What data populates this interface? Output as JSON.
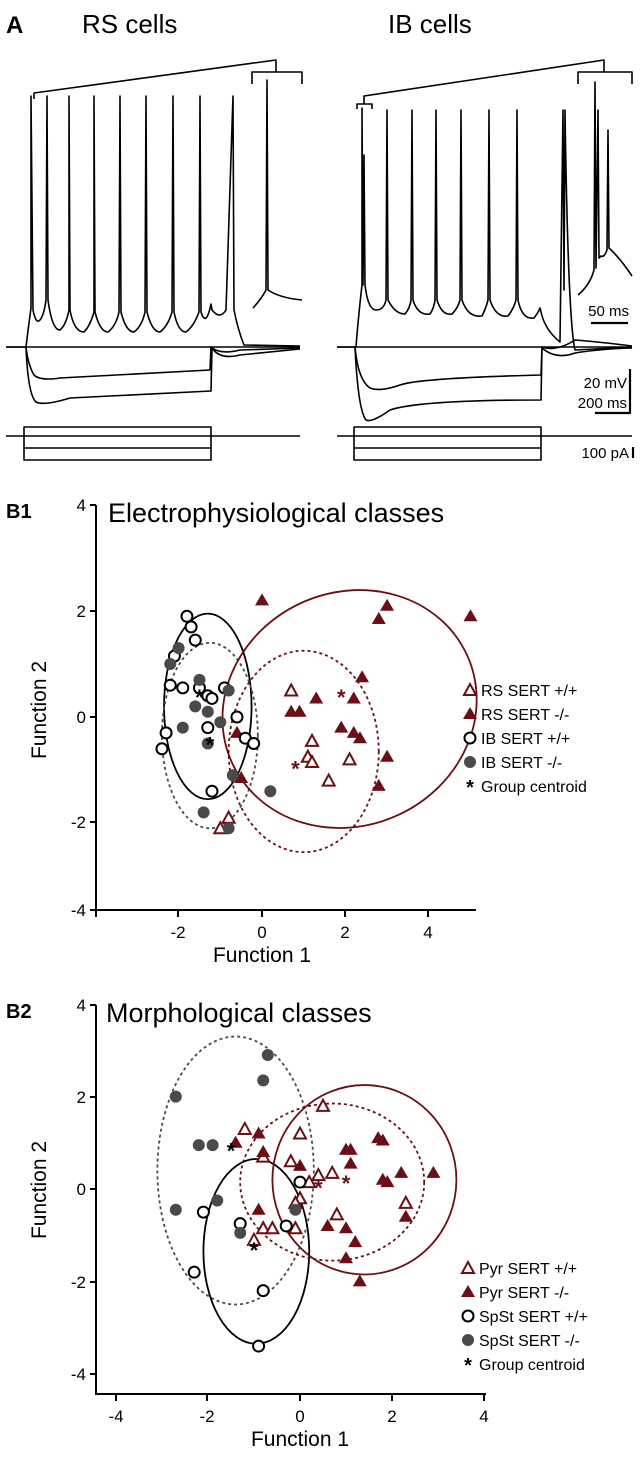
{
  "panelA": {
    "label": "A",
    "rs_title": "RS cells",
    "ib_title": "IB cells",
    "scalebars": {
      "inset_time": "50 ms",
      "voltage": "20 mV",
      "time": "200 ms",
      "current": "100 pA"
    }
  },
  "panelB1": {
    "label": "B1",
    "title": "Electrophysiological classes",
    "xlabel": "Function 1",
    "ylabel": "Function 2",
    "legend": [
      "RS SERT +/+",
      "RS SERT -/-",
      "IB SERT +/+",
      "IB SERT -/-",
      "Group centroid"
    ]
  },
  "panelB2": {
    "label": "B2",
    "title": "Morphological classes",
    "xlabel": "Function 1",
    "ylabel": "Function 2",
    "legend": [
      "Pyr SERT +/+",
      "Pyr SERT -/-",
      "SpSt SERT +/+",
      "SpSt SERT -/-",
      "Group centroid"
    ]
  },
  "colors": {
    "maroon": "#6b0f14",
    "gray": "#4a4a4a",
    "black": "#000000"
  },
  "chart_data": [
    {
      "type": "scatter",
      "title": "Electrophysiological classes",
      "xlabel": "Function 1",
      "ylabel": "Function 2",
      "xlim": [
        -4,
        5
      ],
      "ylim": [
        -4,
        4
      ],
      "xticks": [
        -2,
        0,
        2,
        4
      ],
      "yticks": [
        -4,
        -2,
        0,
        2,
        4
      ],
      "legend_position": "right",
      "series": [
        {
          "name": "RS SERT +/+",
          "marker": "open-triangle",
          "color": "#6b0f14",
          "points": [
            [
              0.7,
              0.5
            ],
            [
              1.2,
              -0.45
            ],
            [
              1.1,
              -0.75
            ],
            [
              1.2,
              -0.85
            ],
            [
              2.1,
              -0.8
            ],
            [
              1.6,
              -1.2
            ],
            [
              -0.8,
              -1.9
            ],
            [
              -1.0,
              -2.1
            ]
          ]
        },
        {
          "name": "RS SERT -/-",
          "marker": "filled-triangle",
          "color": "#6b0f14",
          "points": [
            [
              0.0,
              2.2
            ],
            [
              2.8,
              1.85
            ],
            [
              3.0,
              2.1
            ],
            [
              5.0,
              1.9
            ],
            [
              2.4,
              0.75
            ],
            [
              1.3,
              0.35
            ],
            [
              2.2,
              0.35
            ],
            [
              0.7,
              0.1
            ],
            [
              0.9,
              0.1
            ],
            [
              1.9,
              -0.2
            ],
            [
              2.2,
              -0.3
            ],
            [
              2.35,
              -0.4
            ],
            [
              3.0,
              -0.75
            ],
            [
              2.8,
              -1.3
            ],
            [
              -0.6,
              -0.3
            ],
            [
              -0.5,
              -1.15
            ]
          ]
        },
        {
          "name": "IB SERT +/+",
          "marker": "open-circle",
          "color": "#000000",
          "points": [
            [
              -1.8,
              1.9
            ],
            [
              -1.7,
              1.7
            ],
            [
              -1.6,
              1.45
            ],
            [
              -2.1,
              1.15
            ],
            [
              -2.2,
              0.6
            ],
            [
              -1.9,
              0.55
            ],
            [
              -1.5,
              0.55
            ],
            [
              -1.3,
              0.4
            ],
            [
              -1.2,
              0.35
            ],
            [
              -0.9,
              0.55
            ],
            [
              -0.6,
              0.0
            ],
            [
              -2.3,
              -0.3
            ],
            [
              -1.3,
              -0.2
            ],
            [
              -0.4,
              -0.4
            ],
            [
              -0.2,
              -0.5
            ],
            [
              -2.4,
              -0.6
            ],
            [
              -1.2,
              -1.4
            ]
          ]
        },
        {
          "name": "IB SERT -/-",
          "marker": "filled-circle",
          "color": "#4a4a4a",
          "points": [
            [
              -2.0,
              1.3
            ],
            [
              -2.2,
              1.0
            ],
            [
              -1.5,
              0.7
            ],
            [
              -0.8,
              0.5
            ],
            [
              -1.6,
              0.2
            ],
            [
              -1.3,
              0.1
            ],
            [
              -1.0,
              -0.1
            ],
            [
              -1.9,
              -0.2
            ],
            [
              -1.3,
              -0.5
            ],
            [
              -0.7,
              -1.1
            ],
            [
              0.2,
              -1.4
            ],
            [
              -1.4,
              -1.8
            ],
            [
              -0.8,
              -2.1
            ]
          ]
        },
        {
          "name": "Group centroid",
          "marker": "asterisk",
          "color": "mixed",
          "points": [
            [
              -1.5,
              0.4
            ],
            [
              -1.25,
              -0.5
            ],
            [
              0.8,
              -0.95
            ],
            [
              1.9,
              0.4
            ]
          ]
        }
      ],
      "ellipses": [
        {
          "group": "IB SERT +/+",
          "style": "solid",
          "color": "#000000",
          "center": [
            -1.3,
            0.2
          ],
          "rx": 1.05,
          "ry": 1.75
        },
        {
          "group": "IB SERT -/-",
          "style": "dashed",
          "color": "#4a4a4a",
          "center": [
            -1.25,
            -0.35
          ],
          "rx": 1.15,
          "ry": 1.75
        },
        {
          "group": "RS SERT -/-",
          "style": "solid",
          "color": "#6b0f14",
          "center": [
            2.1,
            0.15
          ],
          "rx": 3.1,
          "ry": 2.2,
          "rotation_deg": -25
        },
        {
          "group": "RS SERT +/+",
          "style": "dashed",
          "color": "#6b0f14",
          "center": [
            1.0,
            -0.65
          ],
          "rx": 1.8,
          "ry": 1.9
        }
      ]
    },
    {
      "type": "scatter",
      "title": "Morphological classes",
      "xlabel": "Function 1",
      "ylabel": "Function 2",
      "xlim": [
        -4.5,
        4
      ],
      "ylim": [
        -4.5,
        4
      ],
      "xticks": [
        -4,
        -2,
        0,
        2,
        4
      ],
      "yticks": [
        -4,
        -2,
        0,
        2,
        4
      ],
      "legend_position": "right",
      "series": [
        {
          "name": "Pyr SERT +/+",
          "marker": "open-triangle",
          "color": "#6b0f14",
          "points": [
            [
              0.5,
              1.8
            ],
            [
              -1.2,
              1.3
            ],
            [
              0.0,
              1.2
            ],
            [
              -0.8,
              0.7
            ],
            [
              -0.2,
              0.6
            ],
            [
              0.4,
              0.3
            ],
            [
              0.7,
              0.35
            ],
            [
              2.3,
              -0.3
            ],
            [
              0.2,
              0.15
            ],
            [
              0.0,
              -0.2
            ],
            [
              -0.1,
              -0.3
            ],
            [
              0.8,
              -0.55
            ],
            [
              -0.8,
              -0.85
            ],
            [
              -0.1,
              -0.85
            ],
            [
              -0.6,
              -0.85
            ],
            [
              -1.0,
              -1.1
            ]
          ]
        },
        {
          "name": "Pyr SERT -/-",
          "marker": "filled-triangle",
          "color": "#6b0f14",
          "points": [
            [
              -1.4,
              1.0
            ],
            [
              -0.9,
              1.2
            ],
            [
              -0.8,
              0.8
            ],
            [
              0.0,
              0.5
            ],
            [
              1.0,
              0.85
            ],
            [
              1.1,
              0.85
            ],
            [
              1.7,
              1.1
            ],
            [
              1.8,
              1.05
            ],
            [
              2.2,
              0.35
            ],
            [
              2.9,
              0.35
            ],
            [
              1.1,
              0.55
            ],
            [
              1.8,
              0.2
            ],
            [
              1.9,
              0.15
            ],
            [
              -0.9,
              -0.45
            ],
            [
              0.6,
              -0.8
            ],
            [
              1.0,
              -0.85
            ],
            [
              1.2,
              -1.15
            ],
            [
              1.3,
              -2.0
            ],
            [
              2.3,
              -0.6
            ],
            [
              1.0,
              -1.5
            ]
          ]
        },
        {
          "name": "SpSt SERT +/+",
          "marker": "open-circle",
          "color": "#000000",
          "points": [
            [
              0.0,
              0.15
            ],
            [
              -2.1,
              -0.5
            ],
            [
              -1.3,
              -0.75
            ],
            [
              -0.3,
              -0.8
            ],
            [
              -2.3,
              -1.8
            ],
            [
              -0.8,
              -2.2
            ],
            [
              -0.9,
              -3.4
            ]
          ]
        },
        {
          "name": "SpSt SERT -/-",
          "marker": "filled-circle",
          "color": "#4a4a4a",
          "points": [
            [
              -0.7,
              2.9
            ],
            [
              -0.8,
              2.35
            ],
            [
              -2.7,
              2.0
            ],
            [
              -2.2,
              0.95
            ],
            [
              -1.9,
              0.95
            ],
            [
              -2.7,
              -0.45
            ],
            [
              -1.8,
              -0.25
            ],
            [
              -0.1,
              -0.45
            ],
            [
              -1.3,
              -0.95
            ]
          ]
        },
        {
          "name": "Group centroid",
          "marker": "asterisk",
          "color": "mixed",
          "points": [
            [
              -1.5,
              0.85
            ],
            [
              -1.0,
              -1.3
            ],
            [
              0.4,
              0.05
            ],
            [
              1.0,
              0.15
            ]
          ]
        }
      ],
      "ellipses": [
        {
          "group": "SpSt SERT -/-",
          "style": "dashed",
          "color": "#4a4a4a",
          "center": [
            -1.4,
            0.4
          ],
          "rx": 1.7,
          "ry": 2.9
        },
        {
          "group": "SpSt SERT +/+",
          "style": "solid",
          "color": "#000000",
          "center": [
            -0.95,
            -1.35
          ],
          "rx": 1.15,
          "ry": 2.0
        },
        {
          "group": "Pyr SERT -/-",
          "style": "solid",
          "color": "#6b0f14",
          "center": [
            1.4,
            0.2
          ],
          "rx": 2.0,
          "ry": 2.05
        },
        {
          "group": "Pyr SERT +/+",
          "style": "dashed",
          "color": "#6b0f14",
          "center": [
            0.7,
            0.15
          ],
          "rx": 2.0,
          "ry": 1.7
        }
      ]
    }
  ]
}
